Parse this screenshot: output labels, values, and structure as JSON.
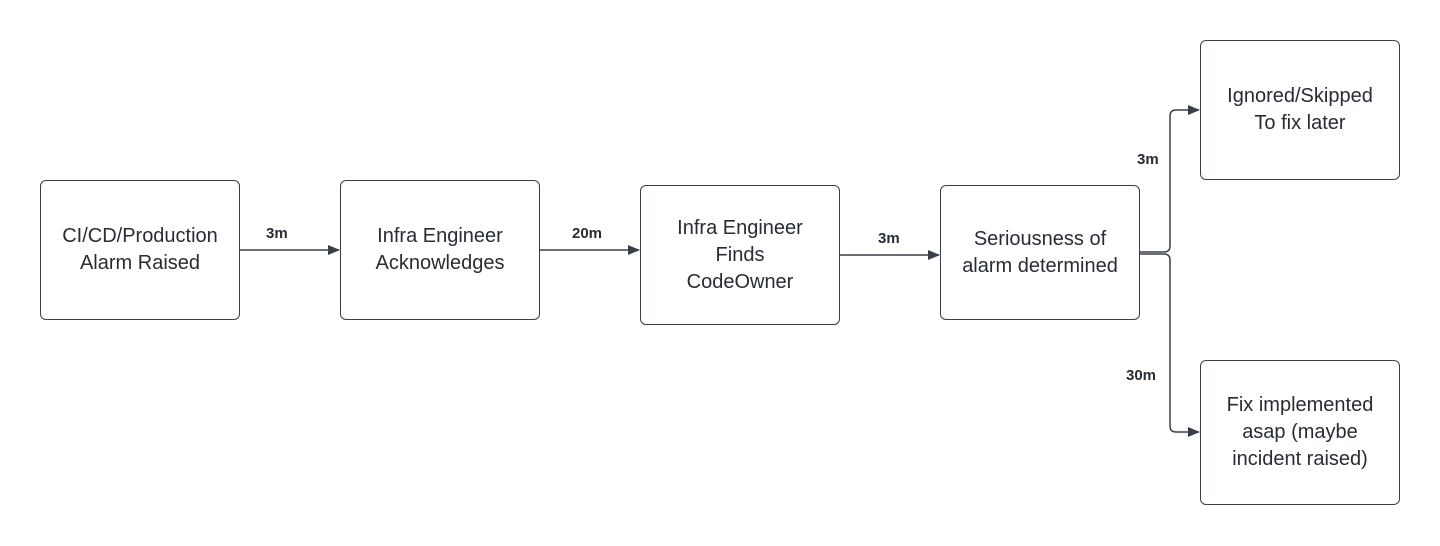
{
  "diagram": {
    "nodes": [
      {
        "id": "alarm",
        "label": "CI/CD/Production\nAlarm Raised"
      },
      {
        "id": "ack",
        "label": "Infra Engineer\nAcknowledges"
      },
      {
        "id": "finds",
        "label": "Infra Engineer\nFinds\nCodeOwner"
      },
      {
        "id": "serious",
        "label": "Seriousness of\nalarm determined"
      },
      {
        "id": "ignored",
        "label": "Ignored/Skipped\nTo fix later"
      },
      {
        "id": "fix",
        "label": "Fix implemented\nasap (maybe\nincident raised)"
      }
    ],
    "edges": [
      {
        "from": "alarm",
        "to": "ack",
        "label": "3m"
      },
      {
        "from": "ack",
        "to": "finds",
        "label": "20m"
      },
      {
        "from": "finds",
        "to": "serious",
        "label": "3m"
      },
      {
        "from": "serious",
        "to": "ignored",
        "label": "3m"
      },
      {
        "from": "serious",
        "to": "fix",
        "label": "30m"
      }
    ]
  },
  "colors": {
    "line": "#3a3f47",
    "text": "#282c33",
    "background": "#ffffff"
  }
}
